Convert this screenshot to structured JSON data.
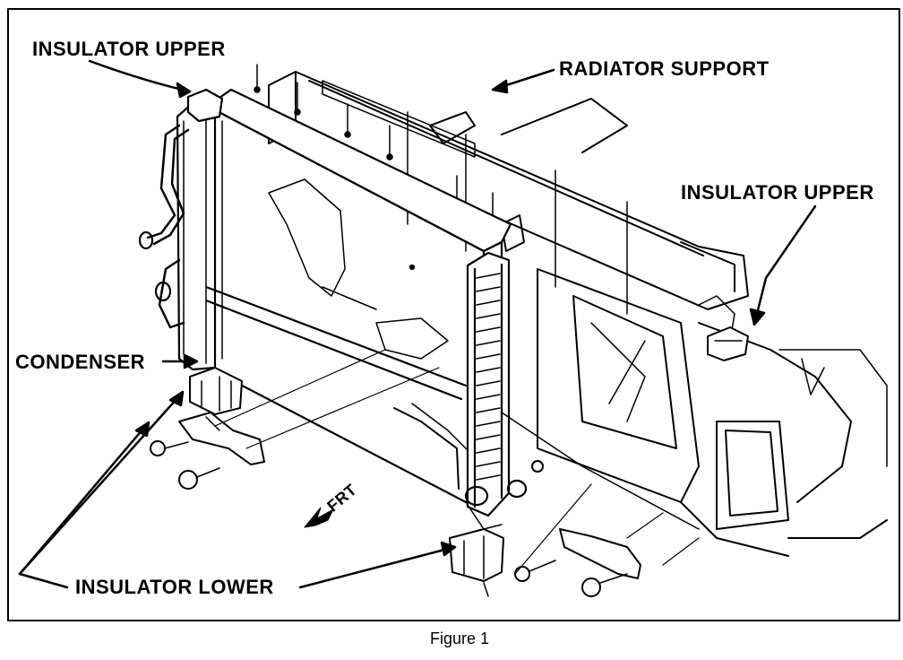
{
  "labels": {
    "insulator_upper_left": "INSULATOR UPPER",
    "radiator_support": "RADIATOR SUPPORT",
    "insulator_upper_right": "INSULATOR UPPER",
    "condenser": "CONDENSER",
    "frt": "FRT",
    "insulator_lower": "INSULATOR LOWER"
  },
  "caption": "Figure 1"
}
